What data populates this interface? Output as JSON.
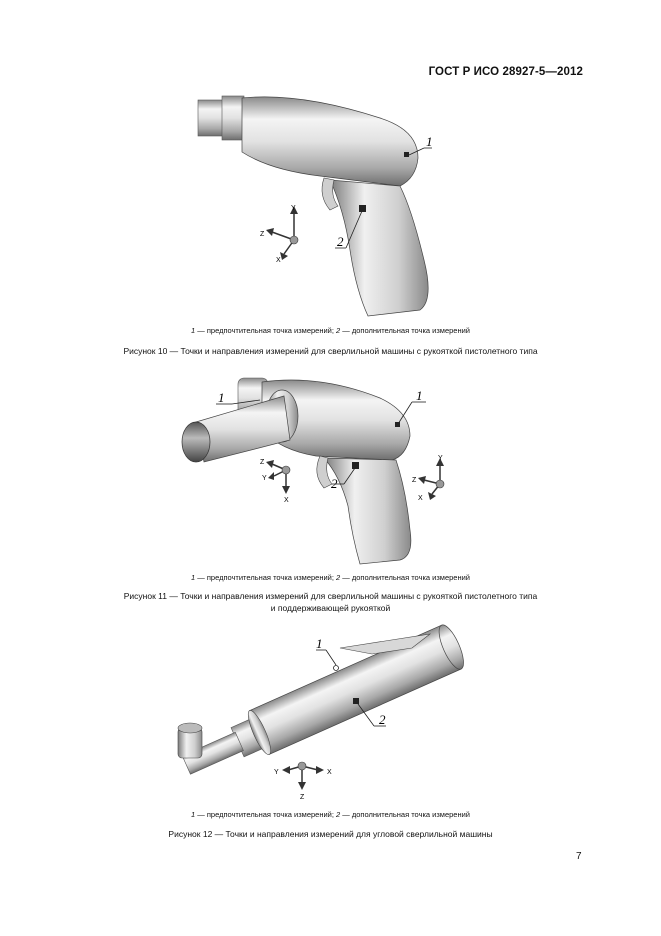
{
  "header": {
    "standard": "ГОСТ Р ИСО 28927-5—2012"
  },
  "figures": [
    {
      "legend": {
        "n1": "1",
        "t1": " — предпочтительная точка измерений; ",
        "n2": "2",
        "t2": " — дополнительная точка измерений"
      },
      "caption_lines": [
        "Рисунок  10 — Точки и направления измерений для сверлильной машины с рукояткой пистолетного типа"
      ],
      "callouts": [
        "1",
        "2"
      ],
      "axes": [
        {
          "labels": [
            "Y",
            "Z",
            "X"
          ]
        }
      ]
    },
    {
      "legend": {
        "n1": "1",
        "t1": " — предпочтительная точка измерений; ",
        "n2": "2",
        "t2": " — дополнительная точка измерений"
      },
      "caption_lines": [
        "Рисунок  11 — Точки и направления измерений для сверлильной машины с рукояткой пистолетного типа",
        "и поддерживающей рукояткой"
      ],
      "callouts": [
        "1",
        "1",
        "2"
      ],
      "axes": [
        {
          "labels": [
            "Z",
            "Y",
            "X"
          ]
        },
        {
          "labels": [
            "Y",
            "Z",
            "X"
          ]
        }
      ]
    },
    {
      "legend": {
        "n1": "1",
        "t1": " — предпочтительная точка измерений; ",
        "n2": "2",
        "t2": " — дополнительная точка измерений"
      },
      "caption_lines": [
        "Рисунок  12 — Точки и направления измерений для угловой сверлильной машины"
      ],
      "callouts": [
        "1",
        "2"
      ],
      "axes": [
        {
          "labels": [
            "Y",
            "X",
            "Z"
          ]
        }
      ]
    }
  ],
  "page_number": "7"
}
